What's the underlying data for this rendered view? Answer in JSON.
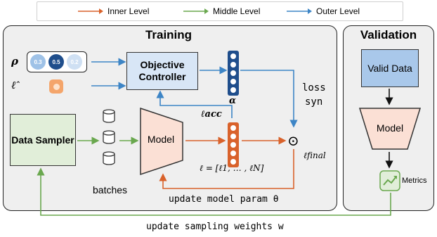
{
  "legend": {
    "inner": "Inner Level",
    "middle": "Middle Level",
    "outer": "Outer Level"
  },
  "colors": {
    "inner": "#d9622b",
    "middle": "#6aa84f",
    "outer": "#3d85c6"
  },
  "training": {
    "title": "Training",
    "rho_symbol": "ρ",
    "rho_values": [
      "0.3",
      "0.5",
      "0.2"
    ],
    "ell_hat_symbol": "ℓ̂",
    "objective_controller": "Objective Controller",
    "alpha_symbol": "α",
    "loss_syn": [
      "loss",
      "syn"
    ],
    "ell_acc": "ℓacc",
    "data_sampler": "Data Sampler",
    "batches": "batches",
    "model": "Model",
    "ell_vector": "ℓ = [ℓ1, … , ℓN]",
    "odot": "⊙",
    "ell_final": "ℓfinal",
    "update_model": "update model param θ"
  },
  "validation": {
    "title": "Validation",
    "valid_data": "Valid Data",
    "model": "Model",
    "metrics": "Metrics"
  },
  "bottom_label": "update sampling weights w"
}
